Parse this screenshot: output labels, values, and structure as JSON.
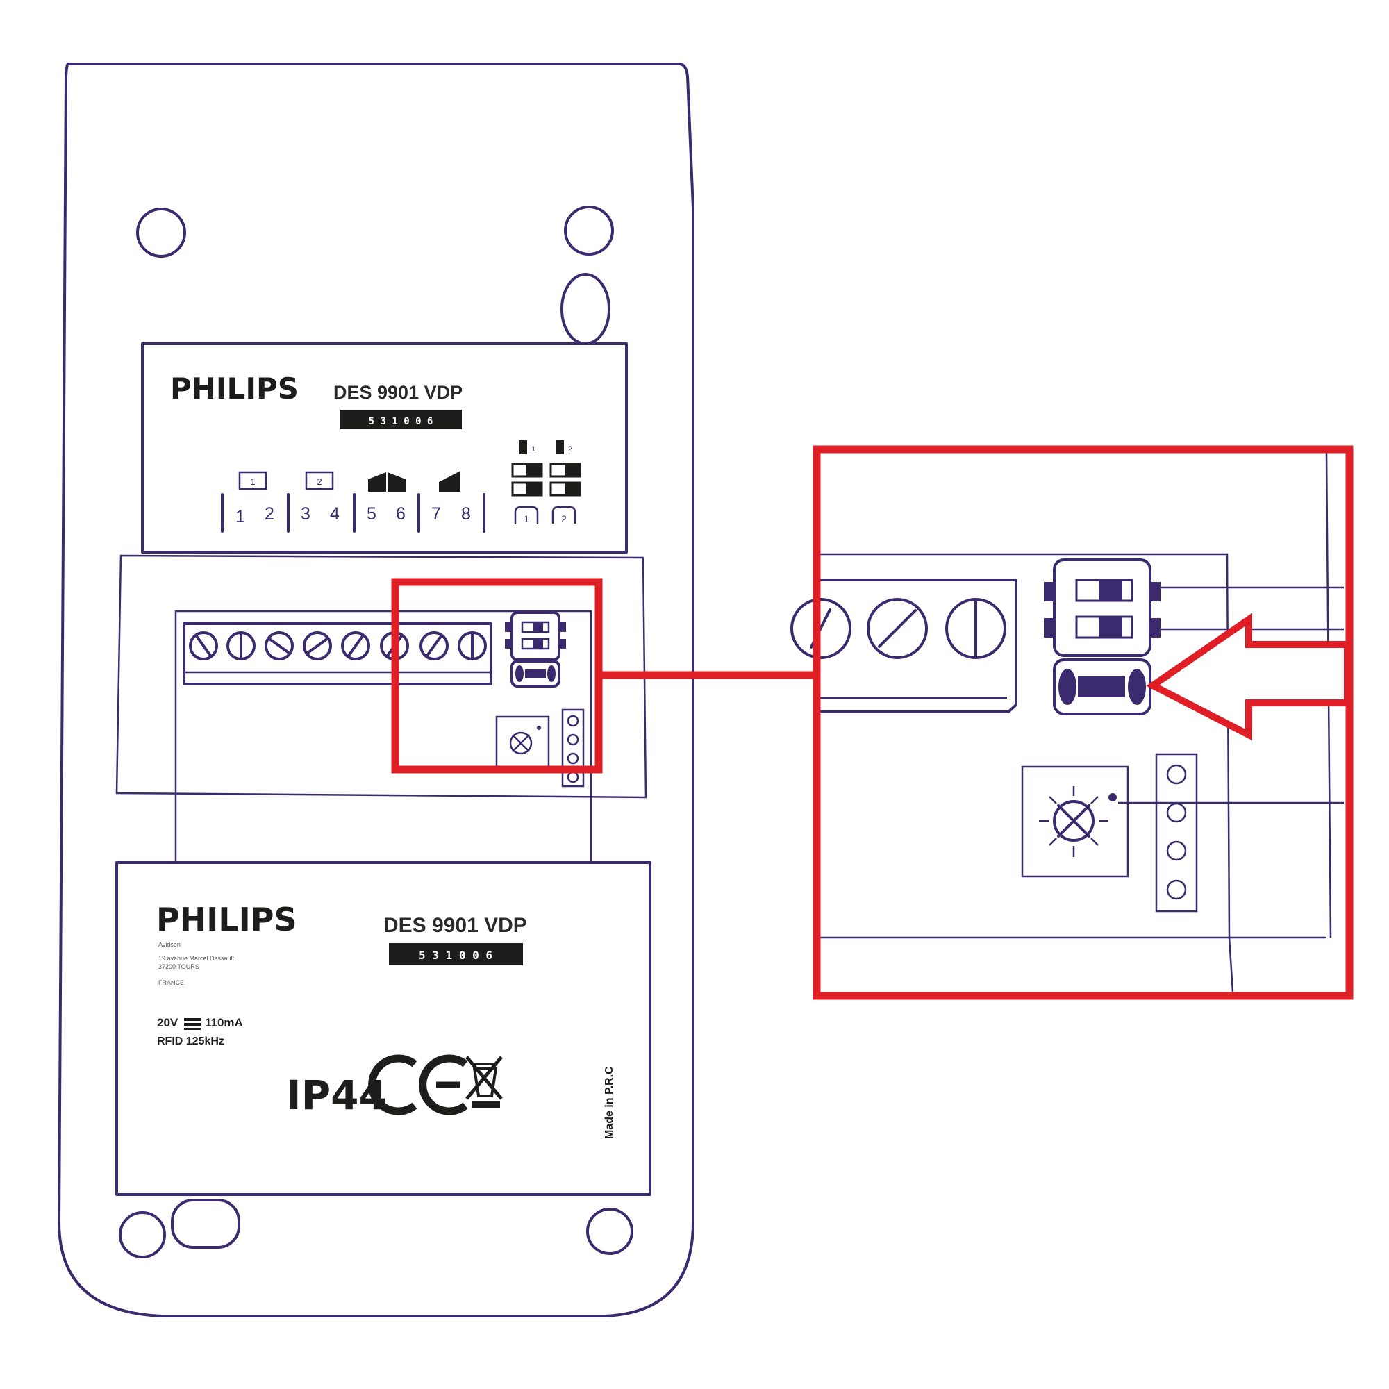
{
  "upper_label": {
    "brand": "PHILIPS",
    "model": "DES 9901 VDP",
    "serial": "5 3 1 0 0 6",
    "terminal_numbers": [
      "1",
      "2",
      "3",
      "4",
      "5",
      "6",
      "7",
      "8"
    ],
    "lock_numbers": [
      "1",
      "2"
    ]
  },
  "lower_label": {
    "brand": "PHILIPS",
    "model": "DES 9901 VDP",
    "serial": "5 3 1 0 0 6",
    "address_lines": [
      "Avidsen",
      "19 avenue Marcel Dassault",
      "37200 TOURS",
      "FRANCE"
    ],
    "power": "20V",
    "current": "110mA",
    "rfid": "RFID 125kHz",
    "ip_rating": "IP44",
    "origin": "Made in P.R.C"
  },
  "colors": {
    "outline": "#3b2a6e",
    "highlight": "#e01e26",
    "label_text": "#1d1d1b"
  },
  "icons": [
    "lock-1-icon",
    "lock-2-icon",
    "gate-icon",
    "push-button-icon",
    "screw-terminal-icon",
    "dip-switch-icon",
    "fuse-jumper-icon",
    "potentiometer-icon",
    "ce-mark-icon",
    "weee-bin-icon",
    "arrow-icon"
  ]
}
